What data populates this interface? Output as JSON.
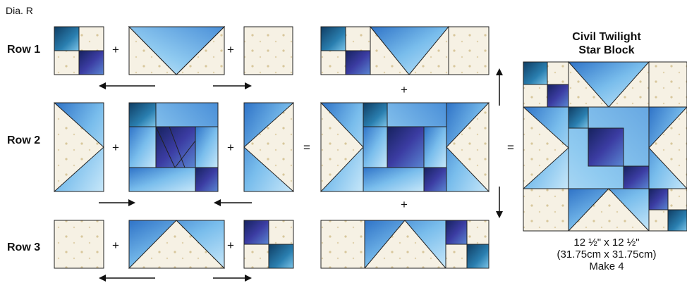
{
  "diagram_label": "Dia. R",
  "rows": [
    {
      "label": "Row 1"
    },
    {
      "label": "Row 2"
    },
    {
      "label": "Row 3"
    }
  ],
  "operators": {
    "plus": "+",
    "equals": "="
  },
  "result": {
    "title_line1": "Civil Twilight",
    "title_line2": "Star Block",
    "size_line1": "12 ½\" x 12 ½\"",
    "size_line2": "(31.75cm x 31.75cm)",
    "size_line3": "Make 4"
  },
  "colors": {
    "cream": "#f6f1e4",
    "sky_light": "#b9dff6",
    "sky_mid": "#6cb3e8",
    "sky_deep": "#3c7fcf",
    "navy": "#1d2f78",
    "indigo": "#3a3a9e",
    "teal": "#1f6b8e",
    "outline": "#222222",
    "arrow": "#111111"
  }
}
